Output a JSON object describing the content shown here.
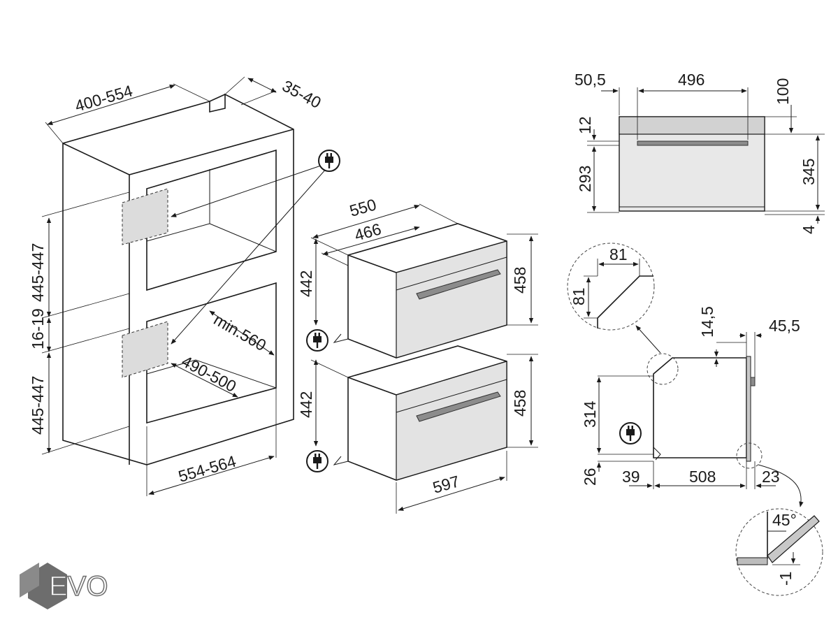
{
  "dimensions": {
    "niche_depth": "400-554",
    "front_depth": "35-40",
    "niche_height_top": "445-447",
    "gap": "16-19",
    "niche_height_bottom": "445-447",
    "niche_width": "554-564",
    "min_depth": "min.560",
    "cutout_width": "490-500",
    "appliance_depth": "550",
    "body_depth": "466",
    "body_height_top": "442",
    "front_height_top": "458",
    "body_height_bottom": "442",
    "front_height_bottom": "458",
    "appliance_width": "597",
    "front_offset": "50,5",
    "front_width": "496",
    "top_gap": "100",
    "panel_thickness": "12",
    "panel_height": "293",
    "front_total_height": "345",
    "bottom_gap": "4",
    "chamfer_w": "81",
    "chamfer_h": "81",
    "top_step": "14,5",
    "door_offset": "45,5",
    "side_height": "314",
    "side_base": "26",
    "side_front": "39",
    "side_depth": "508",
    "side_rear": "23",
    "angle": "45°",
    "tolerance": "-1"
  },
  "logo": {
    "text": "EVO",
    "color": "#6d6d6d"
  },
  "colors": {
    "line": "#1a1a1a",
    "panel": "#dcdcdc",
    "door": "#e3e3e3",
    "handle": "#8c8c8c"
  },
  "icons": [
    "plug-icon"
  ]
}
